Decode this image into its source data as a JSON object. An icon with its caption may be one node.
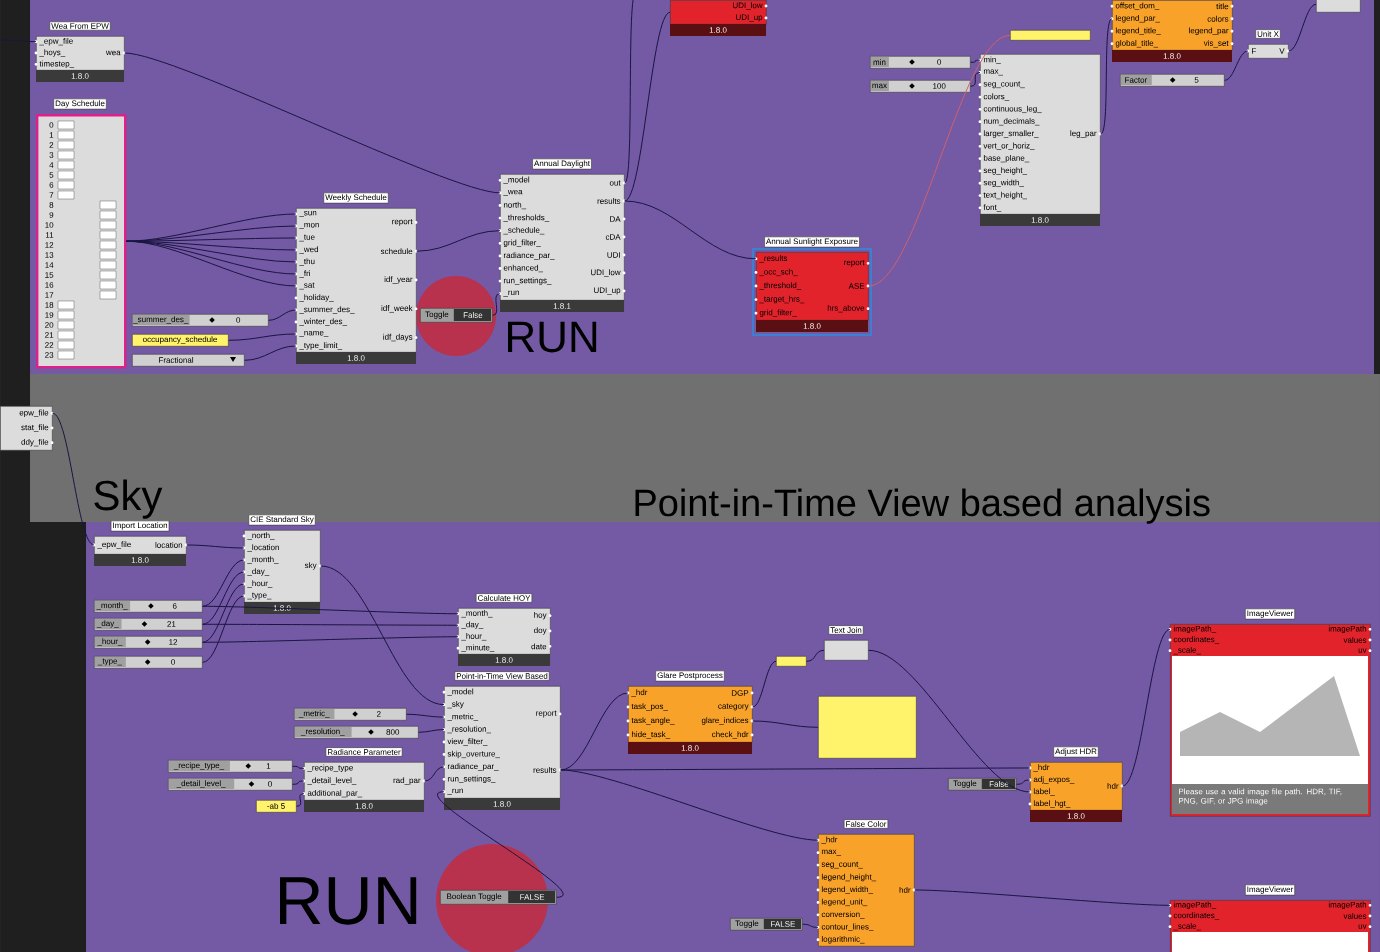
{
  "diagram": {
    "nodes": [
      {
        "text": [
          "epw_file",
          "stat_file",
          "ddy_file"
        ]
      },
      {
        "text": [
          "Wea From EPW",
          "_epw_file",
          "_hoys_",
          "timestep_",
          "wea",
          "1.8.0"
        ]
      },
      {
        "text": [
          "Day Schedule",
          "0",
          "1",
          "2",
          "3",
          "4",
          "5",
          "6",
          "7",
          "8",
          "9",
          "10",
          "11",
          "12",
          "13",
          "14",
          "15",
          "16",
          "17",
          "18",
          "19",
          "20",
          "21",
          "22",
          "23"
        ]
      },
      {
        "text": [
          "Weekly Schedule",
          "_sun",
          "_mon",
          "_tue",
          "_wed",
          "_thu",
          "_fri",
          "_sat",
          "_holiday_",
          "_summer_des_",
          "_winter_des_",
          "_name_",
          "_type_limit_",
          "report",
          "schedule",
          "idf_year",
          "idf_week",
          "idf_days",
          "1.8.0"
        ]
      },
      {
        "text": [
          "Annual Daylight",
          "_model",
          "_wea",
          "north_",
          "_thresholds_",
          "_schedule_",
          "grid_filter_",
          "radiance_par_",
          "enhanced_",
          "run_settings_",
          "_run",
          "out",
          "results",
          "DA",
          "cDA",
          "UDI",
          "UDI_low",
          "UDI_up",
          "1.8.1"
        ]
      },
      {
        "text": [
          "_summer_des_",
          "0"
        ]
      },
      {
        "text": [
          "occupancy_schedule"
        ]
      },
      {
        "text": [
          "Fractional"
        ]
      },
      {
        "text": [
          "Toggle",
          "False"
        ]
      },
      {
        "text": [
          "UDI_low",
          "UDI_up",
          "1.8.0"
        ]
      },
      {
        "text": [
          "Annual Sunlight Exposure",
          "_results",
          "_occ_sch_",
          "_threshold_",
          "_target_hrs_",
          "grid_filter_",
          "report",
          "ASE",
          "hrs_above",
          "1.8.0"
        ]
      },
      {
        "text": [],
        "shape": "box"
      },
      {
        "text": [
          "min",
          "0"
        ]
      },
      {
        "text": [
          "max",
          "100"
        ]
      },
      {
        "text": [
          "min_",
          "max_",
          "seg_count_",
          "colors_",
          "continuous_leg_",
          "num_decimals_",
          "larger_smaller_",
          "vert_or_horiz_",
          "base_plane_",
          "seg_height_",
          "seg_width_",
          "text_height_",
          "font_",
          "leg_par",
          "1.8.0"
        ]
      },
      {
        "text": [
          "offset_dom_",
          "legend_par_",
          "legend_title_",
          "global_title_",
          "title",
          "colors",
          "legend_par",
          "vis_set",
          "1.8.0"
        ]
      },
      {
        "text": [
          "Unit X",
          "F",
          "V"
        ]
      },
      {
        "text": [
          "Factor",
          "5"
        ]
      },
      {
        "text": [],
        "shape": "box"
      },
      {
        "text": [
          "Import Location",
          "_epw_file",
          "location",
          "1.8.0"
        ]
      },
      {
        "text": [
          "CIE Standard Sky",
          "_north_",
          "_location",
          "_month_",
          "_day_",
          "_hour_",
          "_type_",
          "sky",
          "1.8.0"
        ]
      },
      {
        "text": [
          "_month_",
          "6"
        ]
      },
      {
        "text": [
          "_day_",
          "21"
        ]
      },
      {
        "text": [
          "_hour_",
          "12"
        ]
      },
      {
        "text": [
          "_type_",
          "0"
        ]
      },
      {
        "text": [
          "Calculate HOY",
          "_month_",
          "_day_",
          "_hour_",
          "_minute_",
          "hoy",
          "doy",
          "date",
          "1.8.0"
        ]
      },
      {
        "text": [
          "Point-in-Time View Based",
          "_model",
          "_sky",
          "_metric_",
          "_resolution_",
          "view_filter_",
          "skip_overture_",
          "radiance_par_",
          "run_settings_",
          "_run",
          "report",
          "results",
          "1.8.0"
        ]
      },
      {
        "text": [
          "_metric_",
          "2"
        ]
      },
      {
        "text": [
          "_resolution_",
          "800"
        ]
      },
      {
        "text": [
          "Radiance Parameter",
          "_recipe_type",
          "_detail_level_",
          "additional_par_",
          "rad_par",
          "1.8.0"
        ]
      },
      {
        "text": [
          "_recipe_type_",
          "1"
        ]
      },
      {
        "text": [
          "_detail_level_",
          "0"
        ]
      },
      {
        "text": [
          "-ab 5"
        ]
      },
      {
        "text": [
          "Boolean Toggle",
          "FALSE"
        ]
      },
      {
        "text": [
          "Glare Postprocess",
          "_hdr",
          "task_pos_",
          "task_angle_",
          "hide_task_",
          "DGP",
          "category",
          "glare_indices",
          "check_hdr",
          "1.8.0"
        ]
      },
      {
        "text": [],
        "shape": "box"
      },
      {
        "text": [
          "Text Join"
        ]
      },
      {
        "text": [],
        "shape": "box"
      },
      {
        "text": [
          "Adjust HDR",
          "_hdr",
          "adj_expos_",
          "label_",
          "label_hgt_",
          "hdr",
          "1.8.0"
        ]
      },
      {
        "text": [
          "Toggle",
          "False"
        ]
      },
      {
        "text": [
          "ImageViewer",
          "imagePath_",
          "coordinates_",
          "_scale_",
          "imagePath",
          "values",
          "uv",
          "Please use a valid image file path. HDR, TIF, PNG, GIF, or JPG image"
        ]
      },
      {
        "text": [
          "False Color",
          "_hdr",
          "max_",
          "seg_count_",
          "legend_height_",
          "legend_width_",
          "legend_unit_",
          "conversion_",
          "contour_lines_",
          "logarithmic_",
          "hdr"
        ]
      },
      {
        "text": [
          "Toggle",
          "FALSE"
        ]
      },
      {
        "text": [
          "ImageViewer",
          "imagePath_",
          "coordinates_",
          "_scale_",
          "imagePath",
          "values",
          "uv"
        ]
      }
    ],
    "edges": [
      {
        "from": 0,
        "to": 19,
        "arrow": "none"
      },
      {
        "from": 1,
        "to": 4,
        "arrow": "none"
      },
      {
        "from": 2,
        "to": 3,
        "arrow": "none"
      },
      {
        "from": 2,
        "to": 3,
        "arrow": "none"
      },
      {
        "from": 2,
        "to": 3,
        "arrow": "none"
      },
      {
        "from": 2,
        "to": 3,
        "arrow": "none"
      },
      {
        "from": 2,
        "to": 3,
        "arrow": "none"
      },
      {
        "from": 2,
        "to": 3,
        "arrow": "none"
      },
      {
        "from": 2,
        "to": 3,
        "arrow": "none"
      },
      {
        "from": 5,
        "to": 3,
        "arrow": "none"
      },
      {
        "from": 6,
        "to": 3,
        "arrow": "none"
      },
      {
        "from": 7,
        "to": 3,
        "arrow": "none"
      },
      {
        "from": 3,
        "to": 4,
        "arrow": "none"
      },
      {
        "from": 8,
        "to": 4,
        "arrow": "none"
      },
      {
        "from": 4,
        "to": 10,
        "arrow": "none"
      },
      {
        "from": 4,
        "to": 9,
        "arrow": "none"
      },
      {
        "from": 10,
        "to": 11,
        "arrow": "none",
        "color": "#d0606a"
      },
      {
        "from": 12,
        "to": 14,
        "arrow": "none"
      },
      {
        "from": 13,
        "to": 14,
        "arrow": "none"
      },
      {
        "from": 14,
        "to": 15,
        "arrow": "none"
      },
      {
        "from": 17,
        "to": 16,
        "arrow": "none"
      },
      {
        "from": 16,
        "to": 18,
        "arrow": "none"
      },
      {
        "from": 19,
        "to": 20,
        "arrow": "none"
      },
      {
        "from": 21,
        "to": 20,
        "arrow": "none"
      },
      {
        "from": 22,
        "to": 20,
        "arrow": "none"
      },
      {
        "from": 23,
        "to": 20,
        "arrow": "none"
      },
      {
        "from": 24,
        "to": 20,
        "arrow": "none"
      },
      {
        "from": 21,
        "to": 25,
        "arrow": "none"
      },
      {
        "from": 22,
        "to": 25,
        "arrow": "none"
      },
      {
        "from": 23,
        "to": 25,
        "arrow": "none"
      },
      {
        "from": 20,
        "to": 26,
        "arrow": "none"
      },
      {
        "from": 27,
        "to": 26,
        "arrow": "none"
      },
      {
        "from": 28,
        "to": 26,
        "arrow": "none"
      },
      {
        "from": 29,
        "to": 26,
        "arrow": "none"
      },
      {
        "from": 30,
        "to": 29,
        "arrow": "none"
      },
      {
        "from": 31,
        "to": 29,
        "arrow": "none"
      },
      {
        "from": 32,
        "to": 29,
        "arrow": "none"
      },
      {
        "from": 33,
        "to": 26,
        "arrow": "none"
      },
      {
        "from": 26,
        "to": 34,
        "arrow": "none"
      },
      {
        "from": 26,
        "to": 38,
        "arrow": "none"
      },
      {
        "from": 26,
        "to": 41,
        "arrow": "none"
      },
      {
        "from": 34,
        "to": 35,
        "arrow": "none"
      },
      {
        "from": 34,
        "to": 37,
        "arrow": "none"
      },
      {
        "from": 35,
        "to": 36,
        "arrow": "none"
      },
      {
        "from": 36,
        "to": 38,
        "arrow": "none"
      },
      {
        "from": 39,
        "to": 38,
        "arrow": "none"
      },
      {
        "from": 38,
        "to": 40,
        "arrow": "none"
      },
      {
        "from": 41,
        "to": 43,
        "arrow": "none"
      },
      {
        "from": 42,
        "to": 41,
        "arrow": "none"
      },
      {
        "from": null,
        "to": 1,
        "arrow": "none"
      },
      {
        "from": 4,
        "to": null,
        "arrow": "none"
      }
    ],
    "labels": [
      "RUN",
      "Sky",
      "Point-in-Time View based analysis",
      "RUN"
    ]
  }
}
